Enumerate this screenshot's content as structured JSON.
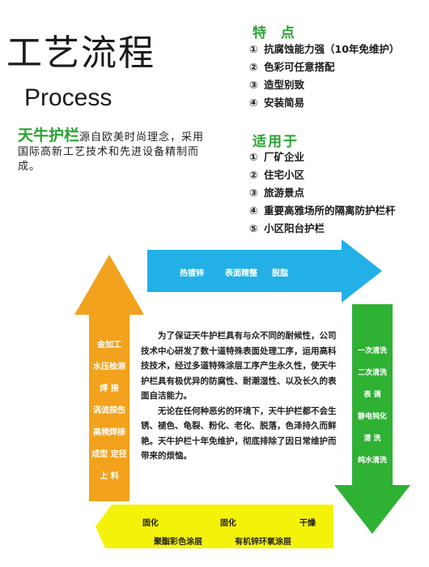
{
  "header": {
    "title_cn": "工艺流程",
    "title_en": "Process",
    "brand": "天牛护栏",
    "intro_text": "源自欧美时尚理念，采用国际高新工艺技术和先进设备精制而成。"
  },
  "features": {
    "heading": "特  点",
    "items": [
      {
        "num": "①",
        "text": "抗腐蚀能力强（10年免维护）"
      },
      {
        "num": "②",
        "text": "色彩可任意搭配"
      },
      {
        "num": "③",
        "text": "造型别致"
      },
      {
        "num": "④",
        "text": "安装简易"
      }
    ]
  },
  "applications": {
    "heading": "适用于",
    "items": [
      {
        "num": "①",
        "text": "厂矿企业"
      },
      {
        "num": "②",
        "text": "住宅小区"
      },
      {
        "num": "③",
        "text": "旅游景点"
      },
      {
        "num": "④",
        "text": "重要高雅场所的隔离防护栏杆"
      },
      {
        "num": "⑤",
        "text": "小区阳台护栏"
      }
    ]
  },
  "process": {
    "top_arrow": [
      "热镀锌",
      "表面精整",
      "脱脂"
    ],
    "left_arrow": [
      "金加工",
      "水压检测",
      "焊  接",
      "涡流探伤",
      "高频焊接",
      "成型 定径",
      "上  料"
    ],
    "right_arrow": [
      "一次清洗",
      "二次清洗",
      "表  调",
      "静电钝化",
      "清  洗",
      "纯水清洗"
    ],
    "bottom_row1": [
      "固化",
      "固化",
      "干燥"
    ],
    "bottom_row2": [
      "聚酯彩色涂层",
      "有机锌环氧涂层"
    ]
  },
  "description": {
    "p1": "为了保证天牛护栏具有与众不同的耐候性，公司技术中心研发了数十道特殊表面处理工序，运用高科技技术，经过多道特殊涂层工序产生永久性，使天牛护栏具有极优异的防腐性、耐潮湿性、以及长久的表面自洁能力。",
    "p2": "无论在任何种恶劣的环境下，天牛护栏都不会生锈、褪色、龟裂、粉化、老化、脱落，色泽持久而鲜艳。天牛护栏十年免维护，彻底排除了因日常维护而带来的烦恼。"
  },
  "colors": {
    "green": "#2aa232",
    "blue_arrow": "#22b0e6",
    "orange_arrow": "#f2a21c",
    "green_arrow": "#2fb134",
    "yellow_arrow": "#f5f20a"
  }
}
